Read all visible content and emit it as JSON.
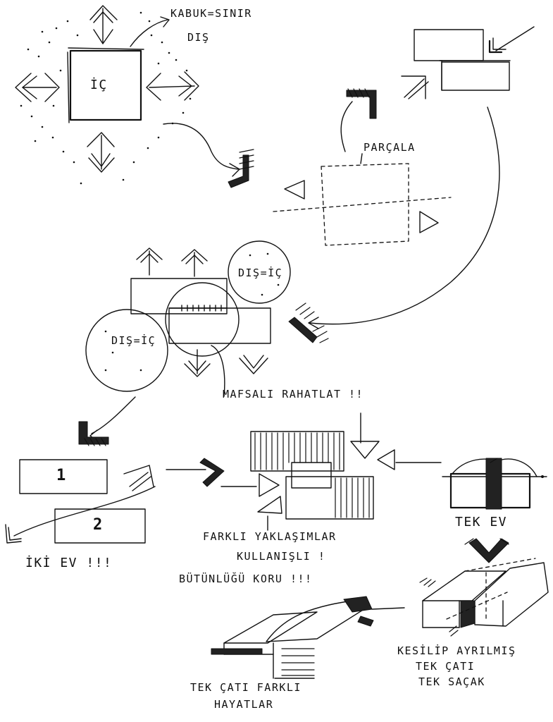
{
  "labels": {
    "kabuk": "KABUK=SINIR",
    "dis": "DIŞ",
    "ic": "İÇ",
    "parcala": "PARÇALA",
    "dis_ic_top": "DIŞ=İÇ",
    "dis_ic_left": "DIŞ=İÇ",
    "mafsali": "MAFSALI RAHATLAT !!",
    "box1": "1",
    "box2": "2",
    "iki_ev": "İKİ EV !!!",
    "farkli": "FARKLI YAKLAŞIMLAR",
    "kullanisli": "KULLANIŞLI !",
    "butunlugu": "BÜTÜNLÜĞÜ KORU !!!",
    "tek_ev": "TEK EV",
    "kesilip": "KESİLİP AYRILMIŞ",
    "tek_cati_right": "TEK ÇATI",
    "tek_sacak": "TEK SAÇAK",
    "tek_cati_farkli": "TEK ÇATI FARKLI",
    "hayatlar": "HAYATLAR"
  }
}
